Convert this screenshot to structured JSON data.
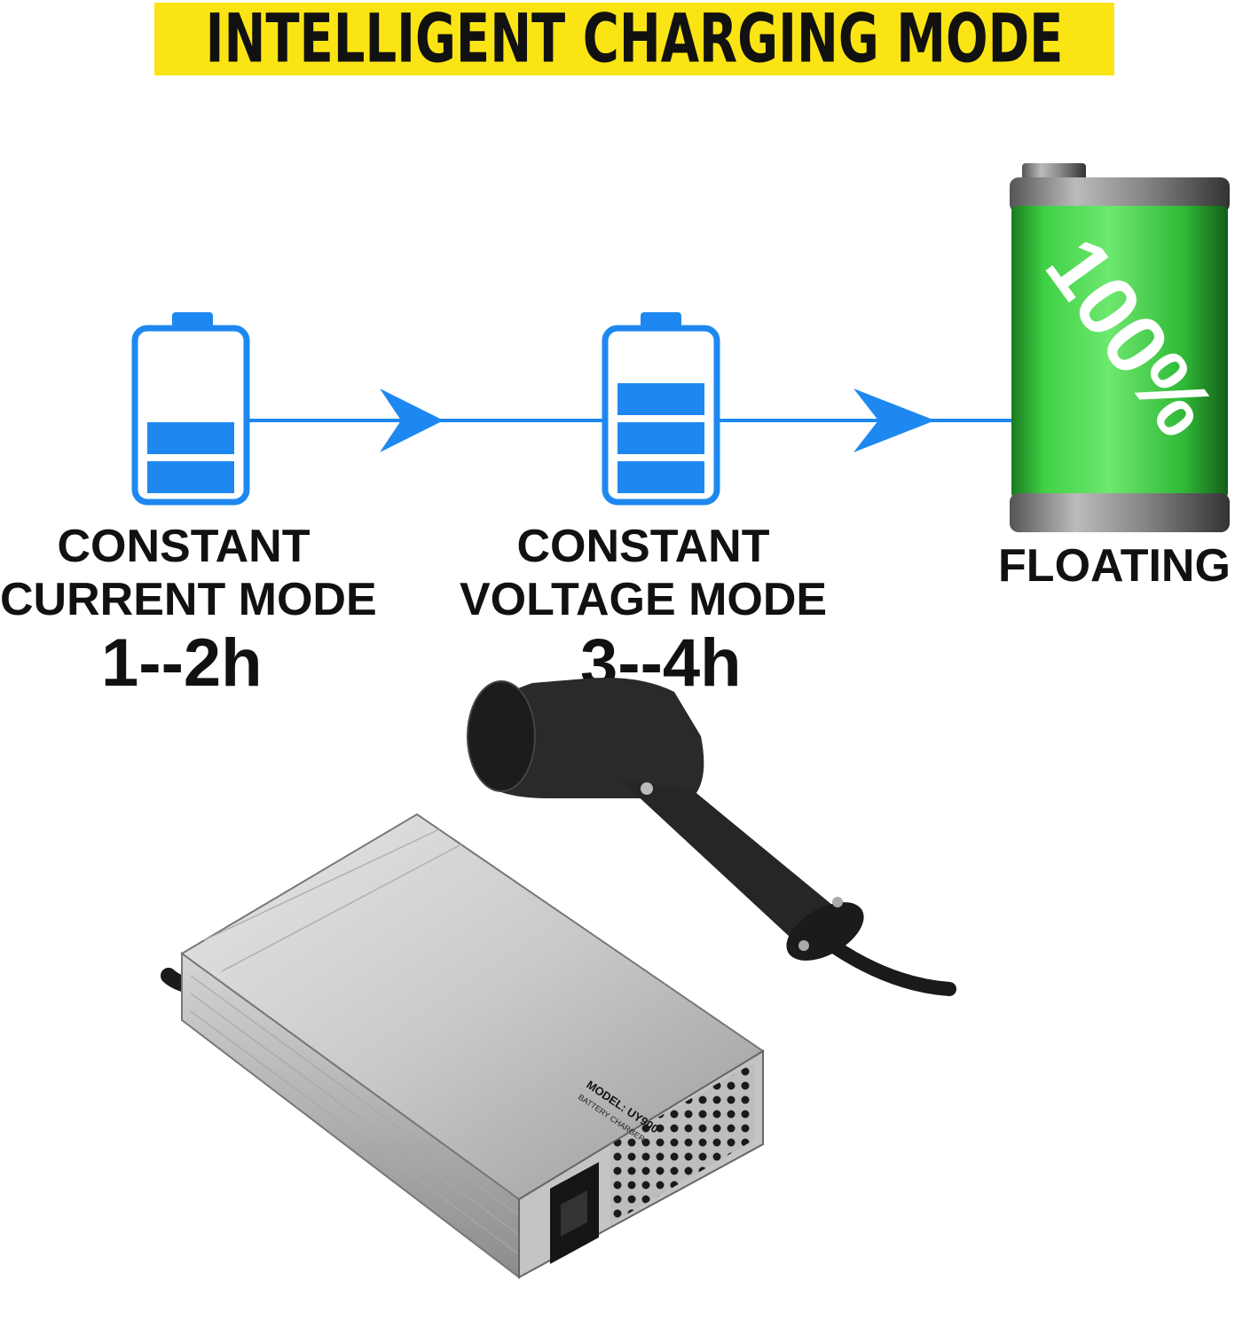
{
  "banner": {
    "title": "INTELLIGENT CHARGING MODE"
  },
  "colors": {
    "banner_bg": "#fbe414",
    "flow_blue": "#1e88f0",
    "battery_green": "#2fb836"
  },
  "stages": [
    {
      "label_line1": "CONSTANT",
      "label_line2": "CURRENT MODE",
      "duration": "1--2h",
      "icon": "battery-low-icon"
    },
    {
      "label_line1": "CONSTANT",
      "label_line2": "VOLTAGE MODE",
      "duration": "3--4h",
      "icon": "battery-medium-icon"
    },
    {
      "label": "FLOATING",
      "icon": "battery-full-icon",
      "percent_text": "100%"
    }
  ],
  "charger": {
    "model_text": "MODEL: UY900",
    "type_text": "BATTERY CHARGER"
  }
}
